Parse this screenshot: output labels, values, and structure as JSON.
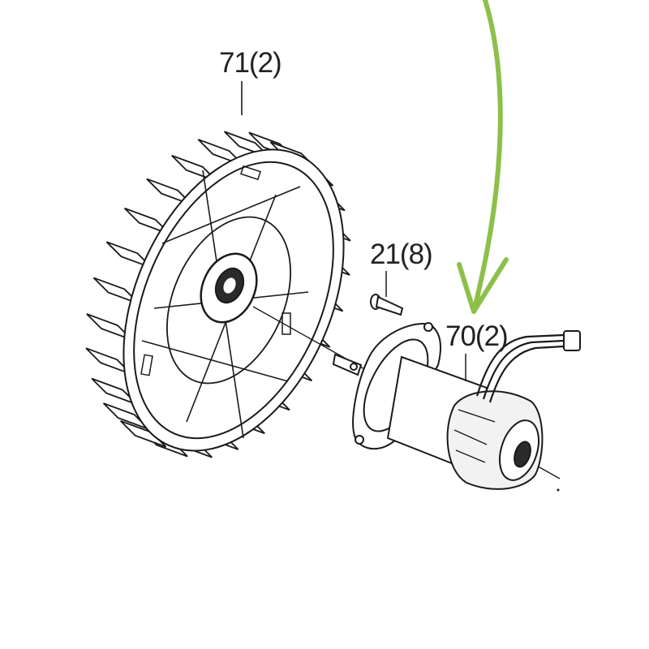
{
  "callouts": {
    "wheel": "71(2)",
    "screw": "21(8)",
    "motor": "70(2)"
  },
  "colors": {
    "line": "#1a1a1a",
    "arrow": "#8cc04a",
    "background": "#ffffff"
  }
}
